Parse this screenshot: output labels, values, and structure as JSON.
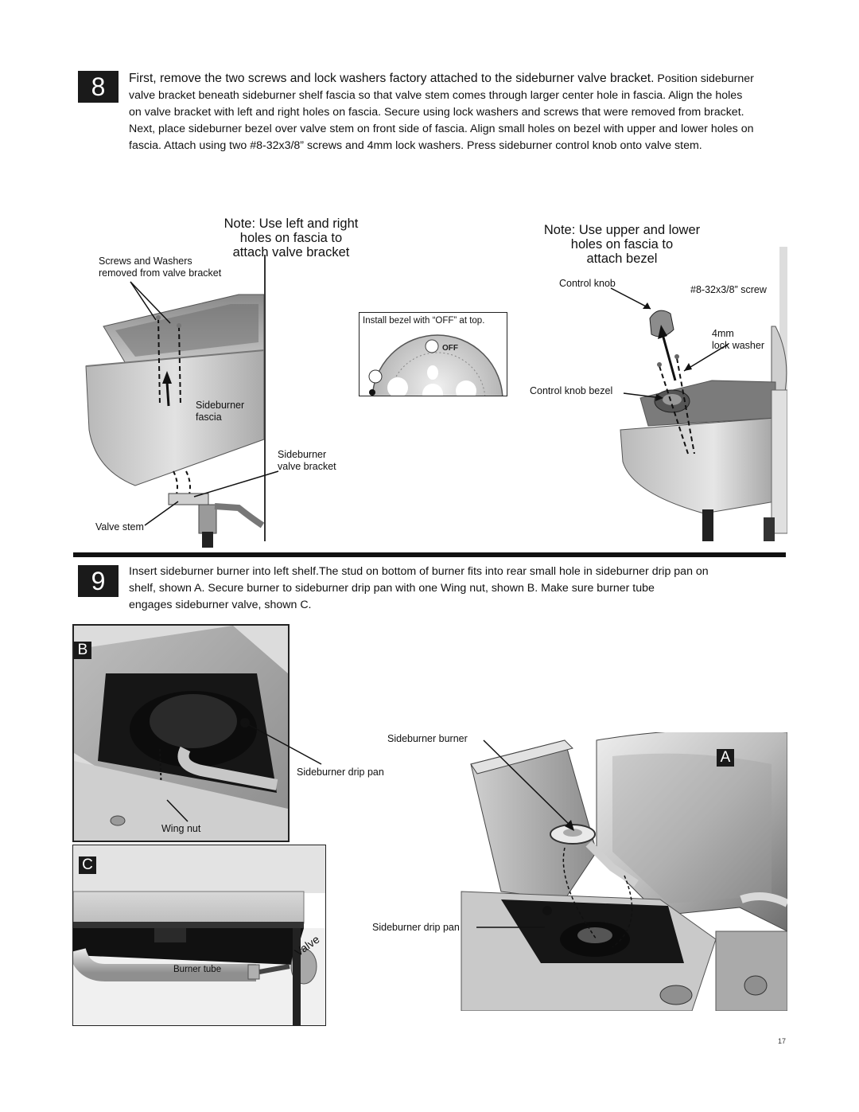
{
  "step8": {
    "number": "8",
    "lead": "First, remove the two screws and lock washers factory attached to the sideburner valve bracket.",
    "text_line1_rest": " Position sideburner",
    "text_line2": "valve bracket beneath sideburner shelf fascia so that valve stem comes through larger center hole in fascia. Align the holes",
    "text_line3": "on valve bracket with left and right holes on fascia.  Secure using lock washers and screws that were removed from bracket.",
    "text_line4": "Next, place sideburner bezel over valve stem on front side of fascia. Align small holes on bezel with upper and lower holes on",
    "text_line5": "fascia. Attach using two #8-32x3/8” screws and 4mm lock washers. Press sideburner control knob onto valve stem.",
    "note_left": [
      "Note: Use left and right",
      "holes on fascia to",
      "attach valve bracket"
    ],
    "note_right": [
      "Note: Use upper and lower",
      "holes on fascia to",
      "attach bezel"
    ],
    "labels": {
      "screws_washers": [
        "Screws and Washers",
        "removed from valve bracket"
      ],
      "sideburner_fascia": [
        "Sideburner",
        "fascia"
      ],
      "sideburner_valve_bracket": [
        "Sideburner",
        "valve bracket"
      ],
      "valve_stem": "Valve stem",
      "install_bezel": "Install bezel with “OFF” at top.",
      "off_text": "OFF",
      "control_knob": "Control knob",
      "screw_spec": "#8-32x3/8”  screw",
      "lock_washer": [
        "4mm",
        "lock washer"
      ],
      "control_knob_bezel": "Control knob bezel"
    }
  },
  "step9": {
    "number": "9",
    "text_line1": "Insert sideburner burner into left shelf.The stud on bottom of burner fits into rear small hole in sideburner drip pan on",
    "text_line2": "shelf, shown A. Secure burner to sideburner drip pan with one Wing nut, shown B.  Make sure burner tube",
    "text_line3": "engages sideburner valve, shown C.",
    "panel_b": {
      "letter": "B",
      "wing_nut": "Wing nut"
    },
    "panel_c": {
      "letter": "C",
      "burner_tube": "Burner tube",
      "valve": "Valve"
    },
    "panel_a": {
      "letter": "A",
      "sideburner_burner": "Sideburner burner",
      "sideburner_drip_pan_1": "Sideburner drip pan",
      "sideburner_drip_pan_2": "Sideburner drip pan"
    }
  },
  "page_number": "17"
}
